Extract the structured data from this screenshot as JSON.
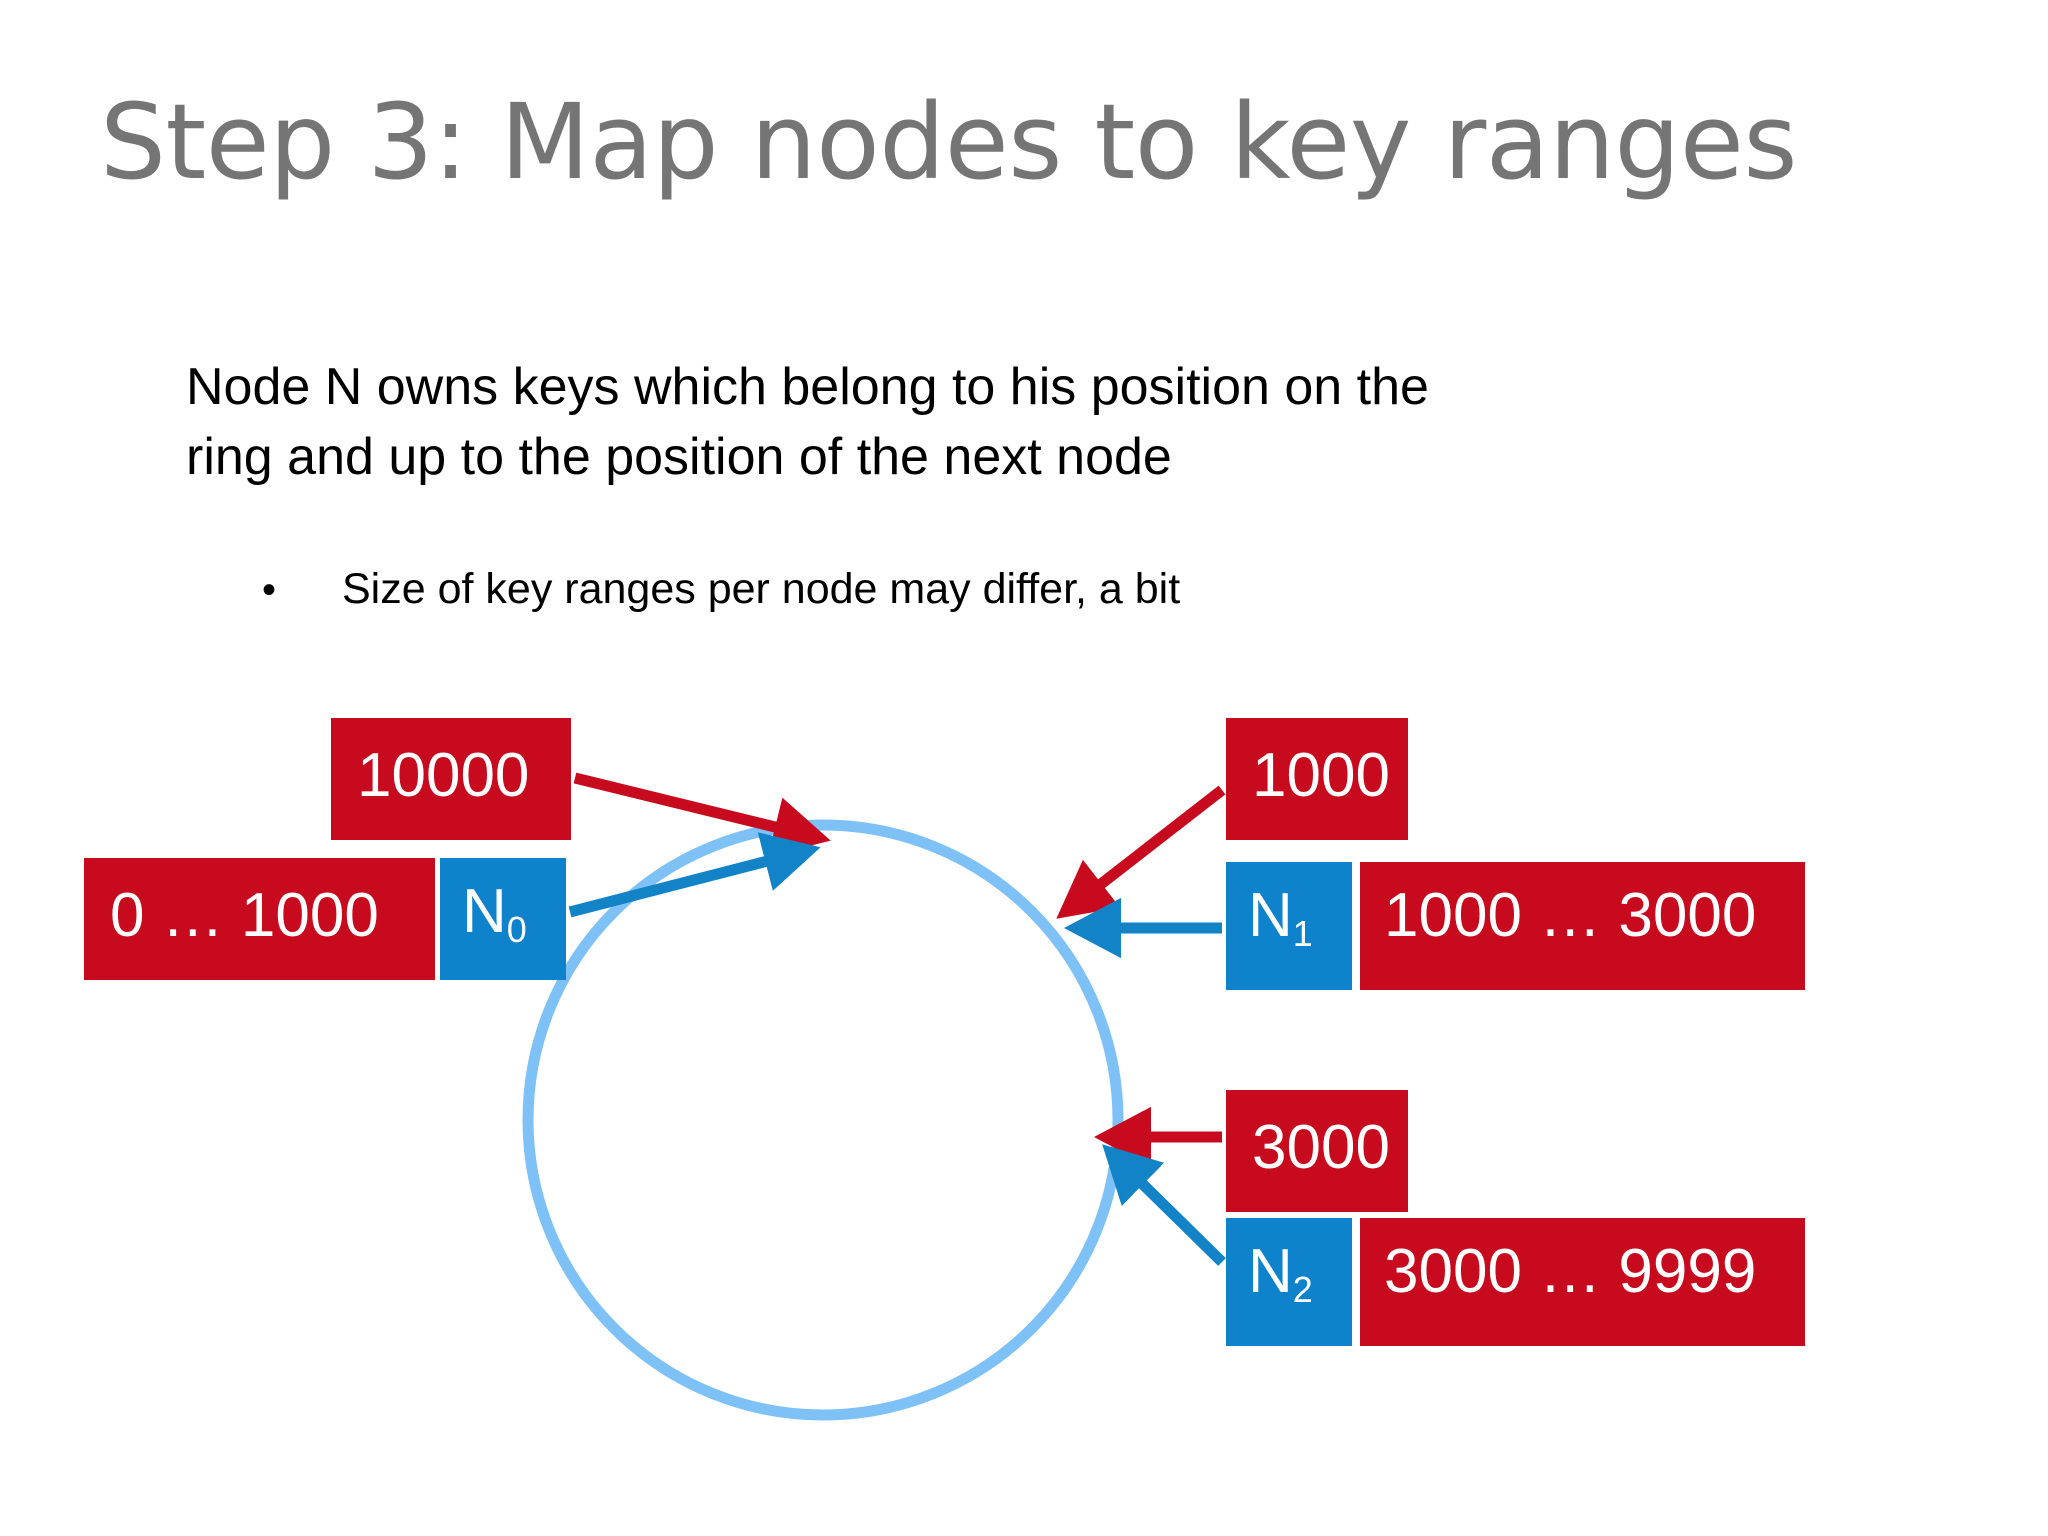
{
  "slide": {
    "title": "Step 3: Map nodes to key ranges",
    "body": {
      "line1": "Node N owns keys which belong to his position on the",
      "line2": "ring and up to the position of the next node",
      "bullet_glyph": "•",
      "bullet1": "Size of key ranges per node may differ, a bit"
    }
  },
  "diagram": {
    "ring_color": "#7EC1F7",
    "red": "#C80A1E",
    "blue": "#0E83CB",
    "boxes": {
      "key_10000": "10000",
      "range_0_1000": "0 … 1000",
      "node0_name": "N",
      "node0_sub": "0",
      "key_1000": "1000",
      "node1_name": "N",
      "node1_sub": "1",
      "range_1000_3000": "1000 … 3000",
      "key_3000": "3000",
      "node2_name": "N",
      "node2_sub": "2",
      "range_3000_9999": "3000 … 9999"
    }
  }
}
